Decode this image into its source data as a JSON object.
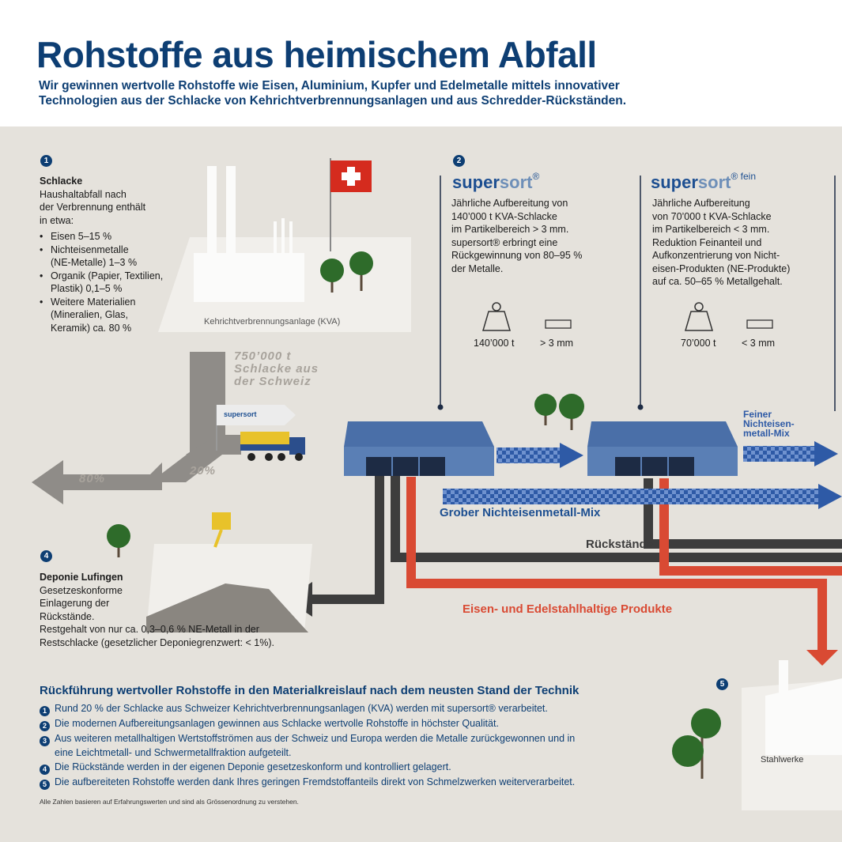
{
  "header": {
    "title": "Rohstoffe aus heimischem Abfall",
    "subtitle_line1": "Wir gewinnen wertvolle Rohstoffe wie Eisen, Aluminium, Kupfer und Edelmetalle mittels innovativer",
    "subtitle_line2": "Technologien aus der Schlacke von Kehrichtverbrennungsanlagen und aus Schredder-Rückständen."
  },
  "section1": {
    "number": "1",
    "heading": "Schlacke",
    "lines": [
      "Haushaltabfall nach",
      "der Verbrennung enthält",
      "in etwa:"
    ],
    "bullets": [
      [
        "Eisen 5–15 %"
      ],
      [
        "Nichteisenmetalle",
        "(NE-Metalle) 1–3 %"
      ],
      [
        "Organik (Papier, Textilien,",
        "Plastik) 0,1–5 %"
      ],
      [
        "Weitere Materialien",
        "(Mineralien, Glas,",
        "Keramik) ca. 80 %"
      ]
    ],
    "plant_label": "Kehrichtverbrennungsanlage (KVA)"
  },
  "section2": {
    "number": "2",
    "logo_a": "super",
    "logo_b": "sort",
    "logo_sup": "®",
    "lines": [
      "Jährliche Aufbereitung von",
      "140’000 t KVA-Schlacke",
      "im Partikelbereich > 3 mm.",
      "supersort® erbringt eine",
      "Rückgewinnung von 80–95 %",
      "der Metalle."
    ],
    "weight": "140’000 t",
    "particle": "> 3 mm"
  },
  "section3": {
    "logo_a": "super",
    "logo_b": "sort",
    "logo_sup": "® fein",
    "lines": [
      "Jährliche Aufbereitung",
      "von 70’000 t KVA-Schlacke",
      "im Partikelbereich < 3 mm.",
      "Reduktion Feinanteil und",
      "Aufkonzentrierung von Nicht-",
      "eisen-Produkten (NE-Produkte)",
      "auf ca. 50–65 % Metallgehalt."
    ],
    "weight": "70’000 t",
    "particle": "< 3 mm"
  },
  "flows": {
    "slag_line1": "750’000 t",
    "slag_line2": "Schlacke aus",
    "slag_line3": "der Schweiz",
    "pct_80": "80%",
    "pct_20": "20%",
    "sign": "supersort",
    "fine_mix_1": "Feiner",
    "fine_mix_2": "Nichteisen-",
    "fine_mix_3": "metall-Mix",
    "coarse_mix": "Grober Nichteisenmetall-Mix",
    "residues": "Rückstände",
    "iron": "Eisen- und Edelstahlhaltige Produkte"
  },
  "section4": {
    "number": "4",
    "heading": "Deponie Lufingen",
    "lines": [
      "Gesetzeskonforme",
      "Einlagerung der",
      "Rückstände.",
      "Restgehalt von nur ca. 0,3–0,6 % NE-Metall in der",
      "Restschlacke (gesetzlicher Deponiegrenzwert: < 1%)."
    ]
  },
  "section5": {
    "number": "5",
    "label": "Stahlwerke"
  },
  "bottom": {
    "heading": "Rückführung wertvoller Rohstoffe in den Materialkreislauf nach dem neusten Stand der Technik",
    "items": [
      {
        "n": "1",
        "lines": [
          "Rund 20 % der Schlacke aus Schweizer Kehrichtverbrennungsanlagen (KVA) werden mit supersort® verarbeitet."
        ]
      },
      {
        "n": "2",
        "lines": [
          "Die modernen Aufbereitungsanlagen gewinnen aus Schlacke wertvolle Rohstoffe in höchster Qualität."
        ]
      },
      {
        "n": "3",
        "lines": [
          "Aus weiteren metallhaltigen Wertstoffströmen aus der Schweiz und Europa werden die Metalle zurückgewonnen und in",
          "eine Leichtmetall- und Schwermetallfraktion aufgeteilt."
        ]
      },
      {
        "n": "4",
        "lines": [
          "Die Rückstände werden in der eigenen Deponie gesetzeskonform und kontrolliert gelagert."
        ]
      },
      {
        "n": "5",
        "lines": [
          "Die aufbereiteten Rohstoffe werden dank Ihres geringen Fremdstoffanteils direkt von Schmelzwerken weiterverarbeitet."
        ]
      }
    ],
    "note": "Alle Zahlen basieren auf Erfahrungswerten und sind als Grössenordnung zu verstehen."
  },
  "colors": {
    "brand": "#0d3e73",
    "scene": "#e5e2dc",
    "flow_gray": "#8f8c88",
    "flow_dark": "#3d3d3d",
    "flow_red": "#d94a33",
    "flow_blue": "#2e5aa6",
    "building": "#5a7fb5"
  }
}
